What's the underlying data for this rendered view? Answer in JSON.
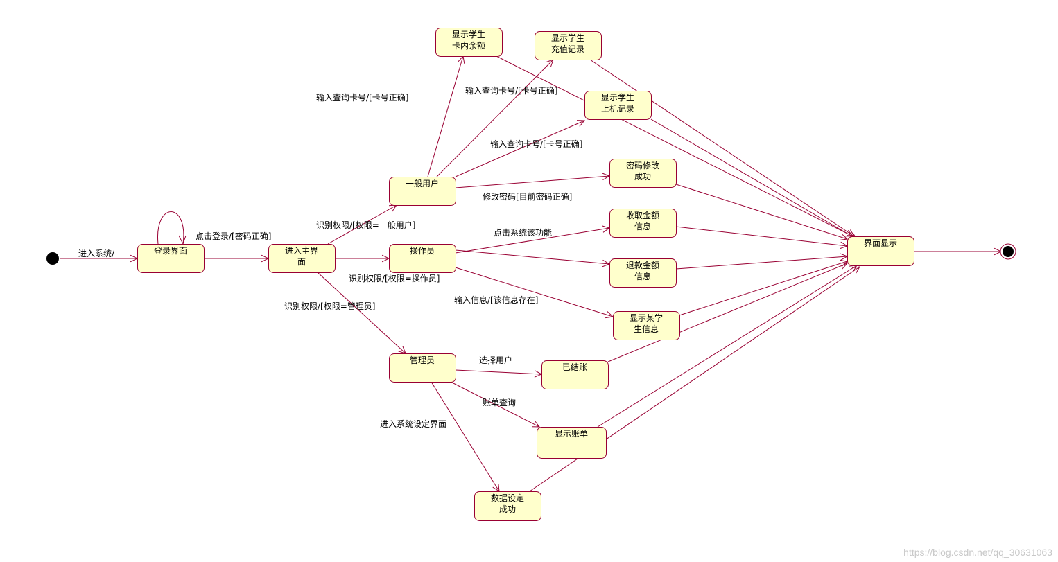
{
  "diagram": {
    "type": "uml-state-diagram",
    "colors": {
      "state_fill": "#ffffcc",
      "stroke": "#990033",
      "pseudo": "#000000"
    },
    "states": [
      {
        "id": "initial",
        "kind": "initial",
        "label": ""
      },
      {
        "id": "login",
        "label": [
          "登录界面"
        ]
      },
      {
        "id": "main",
        "label": [
          "进入主界",
          "面"
        ]
      },
      {
        "id": "user",
        "label": [
          "一般用户"
        ]
      },
      {
        "id": "operator",
        "label": [
          "操作员"
        ]
      },
      {
        "id": "admin",
        "label": [
          "管理员"
        ]
      },
      {
        "id": "balance",
        "label": [
          "显示学生",
          "卡内余额"
        ]
      },
      {
        "id": "recharge",
        "label": [
          "显示学生",
          "充值记录"
        ]
      },
      {
        "id": "online",
        "label": [
          "显示学生",
          "上机记录"
        ]
      },
      {
        "id": "pwd",
        "label": [
          "密码修改",
          "成功"
        ]
      },
      {
        "id": "collect",
        "label": [
          "收取金额",
          "信息"
        ]
      },
      {
        "id": "refund",
        "label": [
          "退款金额",
          "信息"
        ]
      },
      {
        "id": "stuinfo",
        "label": [
          "显示某学",
          "生信息"
        ]
      },
      {
        "id": "checkout",
        "label": [
          "已结账"
        ]
      },
      {
        "id": "bill",
        "label": [
          "显示账单"
        ]
      },
      {
        "id": "dataset",
        "label": [
          "数据设定",
          "成功"
        ]
      },
      {
        "id": "display",
        "label": [
          "界面显示"
        ]
      },
      {
        "id": "final",
        "kind": "final",
        "label": ""
      }
    ],
    "transitions": [
      {
        "from": "initial",
        "to": "login",
        "label": "进入系统/"
      },
      {
        "from": "login",
        "to": "login",
        "label": ""
      },
      {
        "from": "login",
        "to": "main",
        "label": "点击登录/[密码正确]"
      },
      {
        "from": "main",
        "to": "user",
        "label": "识别权限/[权限=一般用户]"
      },
      {
        "from": "main",
        "to": "operator",
        "label": "识别权限/[权限=操作员]"
      },
      {
        "from": "main",
        "to": "admin",
        "label": "识别权限/[权限=管理员]"
      },
      {
        "from": "user",
        "to": "balance",
        "label": "输入查询卡号/[卡号正确]"
      },
      {
        "from": "user",
        "to": "recharge",
        "label": "输入查询卡号/[卡号正确]"
      },
      {
        "from": "user",
        "to": "online",
        "label": "输入查询卡号/[卡号正确]"
      },
      {
        "from": "user",
        "to": "pwd",
        "label": "修改密码[目前密码正确]"
      },
      {
        "from": "operator",
        "to": "collect",
        "label": "点击系统该功能"
      },
      {
        "from": "operator",
        "to": "refund",
        "label": ""
      },
      {
        "from": "operator",
        "to": "stuinfo",
        "label": "输入信息/[该信息存在]"
      },
      {
        "from": "admin",
        "to": "checkout",
        "label": "选择用户"
      },
      {
        "from": "admin",
        "to": "bill",
        "label": "账单查询"
      },
      {
        "from": "admin",
        "to": "dataset",
        "label": "进入系统设定界面"
      },
      {
        "from": "balance",
        "to": "display",
        "label": ""
      },
      {
        "from": "recharge",
        "to": "display",
        "label": ""
      },
      {
        "from": "online",
        "to": "display",
        "label": ""
      },
      {
        "from": "pwd",
        "to": "display",
        "label": ""
      },
      {
        "from": "collect",
        "to": "display",
        "label": ""
      },
      {
        "from": "refund",
        "to": "display",
        "label": ""
      },
      {
        "from": "stuinfo",
        "to": "display",
        "label": ""
      },
      {
        "from": "checkout",
        "to": "display",
        "label": ""
      },
      {
        "from": "bill",
        "to": "display",
        "label": ""
      },
      {
        "from": "dataset",
        "to": "display",
        "label": ""
      },
      {
        "from": "display",
        "to": "final",
        "label": ""
      }
    ]
  },
  "watermark": "https://blog.csdn.net/qq_30631063"
}
